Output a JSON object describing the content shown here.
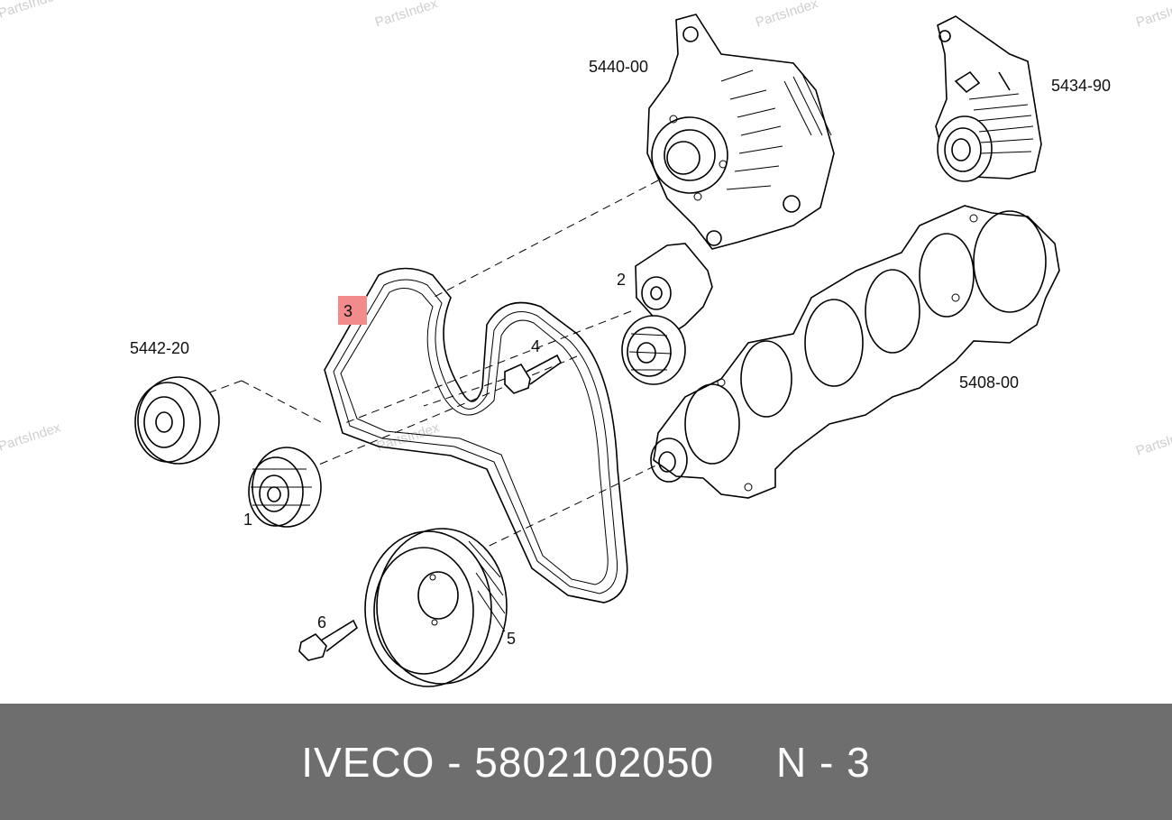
{
  "watermarks": [
    "PartsIndex",
    "PartsIndex",
    "PartsIndex",
    "PartsIndex",
    "PartsIndex",
    "PartsIndex",
    "PartsIndex"
  ],
  "labels": {
    "alternator": "5440-00",
    "tensioner_bracket": "5434-90",
    "idler_pulley": "5442-20",
    "crankshaft": "5408-00",
    "item_1": "1",
    "item_2": "2",
    "item_3": "3",
    "item_4": "4",
    "item_5": "5",
    "item_6": "6"
  },
  "highlight": {
    "item": "3",
    "color": "#f28b8b"
  },
  "footer": {
    "text": "IVECO - 5802102050     N - 3",
    "background": "#6e6e6e",
    "color": "#ffffff"
  }
}
